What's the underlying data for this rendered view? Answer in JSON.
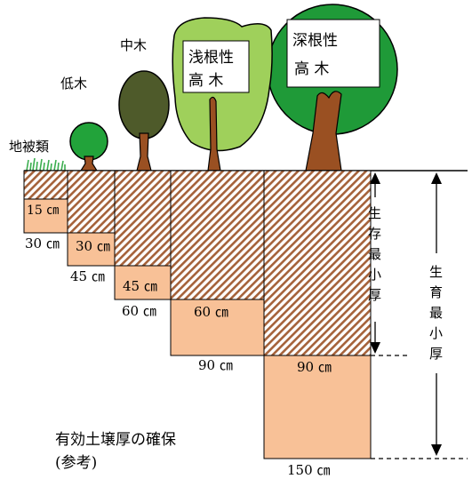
{
  "colors": {
    "hatch_brown": "#a5623a",
    "soil_fill": "#f8c197",
    "tree_dark_olive": "#4e5a2a",
    "tree_light_green": "#9fd05b",
    "tree_green": "#1f9a38",
    "tree_small_green": "#22a33a",
    "trunk_brown": "#9a5022",
    "grass_green": "#3cae4f"
  },
  "trees": {
    "groundcover": "地被類",
    "low_tree": "低木",
    "mid_tree": "中木",
    "shallow_tall": {
      "line1": "浅根性",
      "line2": "高 木"
    },
    "deep_tall": {
      "line1": "深根性",
      "line2": "高 木"
    }
  },
  "depths": {
    "survival": [
      "15 ㎝",
      "30 ㎝",
      "45 ㎝",
      "60 ㎝",
      "90 ㎝"
    ],
    "growth": [
      "30 ㎝",
      "45 ㎝",
      "60 ㎝",
      "90 ㎝",
      "150 ㎝"
    ]
  },
  "arrows": {
    "survival_label": [
      "生",
      "存",
      "最",
      "小",
      "厚"
    ],
    "growth_label": [
      "生",
      "育",
      "最",
      "小",
      "厚"
    ]
  },
  "caption": {
    "line1": "有効土壌厚の確保",
    "line2": "(参考)"
  }
}
